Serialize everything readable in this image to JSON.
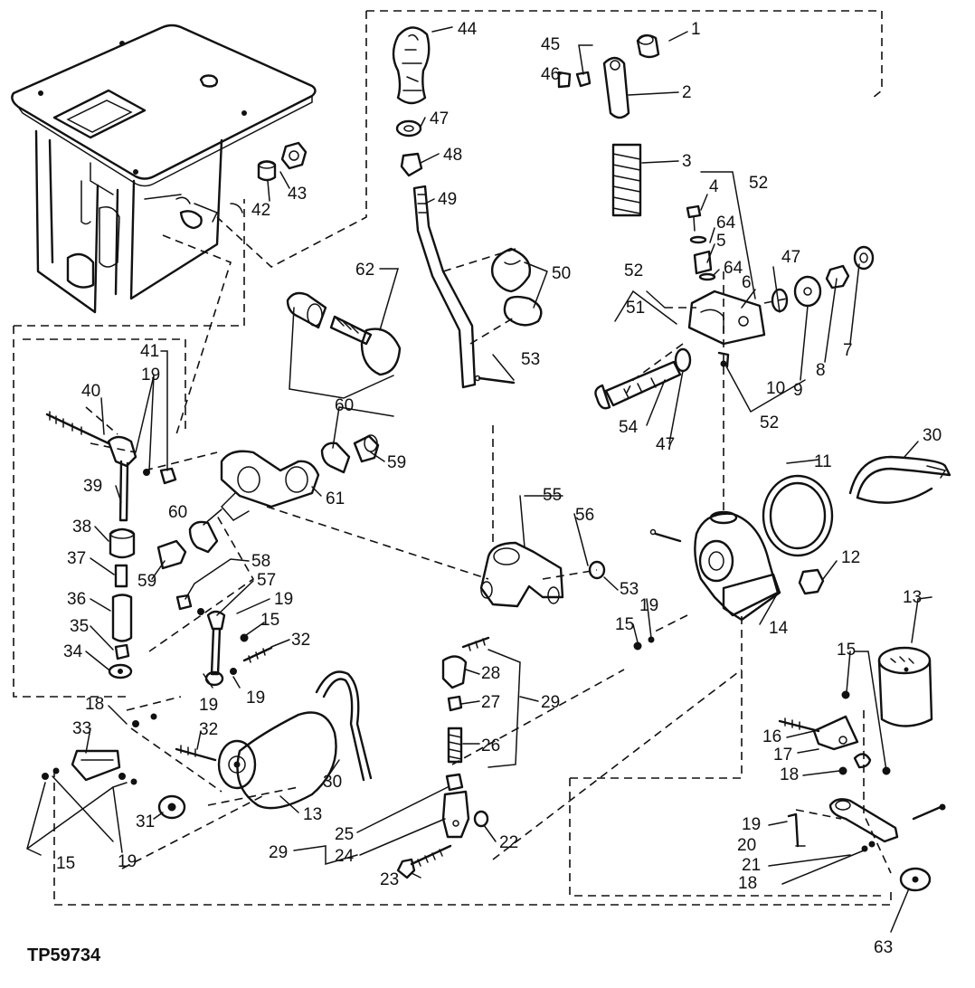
{
  "figure_id": "TP59734",
  "callouts": [
    {
      "key": "c1",
      "text": "1"
    },
    {
      "key": "c2",
      "text": "2"
    },
    {
      "key": "c3",
      "text": "3"
    },
    {
      "key": "c4",
      "text": "4"
    },
    {
      "key": "c5",
      "text": "5"
    },
    {
      "key": "c6",
      "text": "6"
    },
    {
      "key": "c7",
      "text": "7"
    },
    {
      "key": "c8",
      "text": "8"
    },
    {
      "key": "c9",
      "text": "9"
    },
    {
      "key": "c10",
      "text": "10"
    },
    {
      "key": "c11",
      "text": "11"
    },
    {
      "key": "c12",
      "text": "12"
    },
    {
      "key": "c13a",
      "text": "13"
    },
    {
      "key": "c13b",
      "text": "13"
    },
    {
      "key": "c14",
      "text": "14"
    },
    {
      "key": "c15a",
      "text": "15"
    },
    {
      "key": "c15b",
      "text": "15"
    },
    {
      "key": "c15c",
      "text": "15"
    },
    {
      "key": "c15d",
      "text": "15"
    },
    {
      "key": "c16",
      "text": "16"
    },
    {
      "key": "c17",
      "text": "17"
    },
    {
      "key": "c18a",
      "text": "18"
    },
    {
      "key": "c18b",
      "text": "18"
    },
    {
      "key": "c18c",
      "text": "18"
    },
    {
      "key": "c19a",
      "text": "19"
    },
    {
      "key": "c19b",
      "text": "19"
    },
    {
      "key": "c19c",
      "text": "19"
    },
    {
      "key": "c19d",
      "text": "19"
    },
    {
      "key": "c19e",
      "text": "19"
    },
    {
      "key": "c19f",
      "text": "19"
    },
    {
      "key": "c19g",
      "text": "19"
    },
    {
      "key": "c20",
      "text": "20"
    },
    {
      "key": "c21",
      "text": "21"
    },
    {
      "key": "c22",
      "text": "22"
    },
    {
      "key": "c23",
      "text": "23"
    },
    {
      "key": "c24",
      "text": "24"
    },
    {
      "key": "c25",
      "text": "25"
    },
    {
      "key": "c26",
      "text": "26"
    },
    {
      "key": "c27",
      "text": "27"
    },
    {
      "key": "c28",
      "text": "28"
    },
    {
      "key": "c29a",
      "text": "29"
    },
    {
      "key": "c29b",
      "text": "29"
    },
    {
      "key": "c30a",
      "text": "30"
    },
    {
      "key": "c30b",
      "text": "30"
    },
    {
      "key": "c31",
      "text": "31"
    },
    {
      "key": "c32a",
      "text": "32"
    },
    {
      "key": "c32b",
      "text": "32"
    },
    {
      "key": "c33",
      "text": "33"
    },
    {
      "key": "c34",
      "text": "34"
    },
    {
      "key": "c35",
      "text": "35"
    },
    {
      "key": "c36",
      "text": "36"
    },
    {
      "key": "c37",
      "text": "37"
    },
    {
      "key": "c38",
      "text": "38"
    },
    {
      "key": "c39",
      "text": "39"
    },
    {
      "key": "c40",
      "text": "40"
    },
    {
      "key": "c41",
      "text": "41"
    },
    {
      "key": "c42",
      "text": "42"
    },
    {
      "key": "c43",
      "text": "43"
    },
    {
      "key": "c44",
      "text": "44"
    },
    {
      "key": "c45",
      "text": "45"
    },
    {
      "key": "c46",
      "text": "46"
    },
    {
      "key": "c47a",
      "text": "47"
    },
    {
      "key": "c47b",
      "text": "47"
    },
    {
      "key": "c47c",
      "text": "47"
    },
    {
      "key": "c48",
      "text": "48"
    },
    {
      "key": "c49",
      "text": "49"
    },
    {
      "key": "c50",
      "text": "50"
    },
    {
      "key": "c51",
      "text": "51"
    },
    {
      "key": "c52a",
      "text": "52"
    },
    {
      "key": "c52b",
      "text": "52"
    },
    {
      "key": "c52c",
      "text": "52"
    },
    {
      "key": "c53a",
      "text": "53"
    },
    {
      "key": "c53b",
      "text": "53"
    },
    {
      "key": "c54",
      "text": "54"
    },
    {
      "key": "c55",
      "text": "55"
    },
    {
      "key": "c56",
      "text": "56"
    },
    {
      "key": "c57",
      "text": "57"
    },
    {
      "key": "c58",
      "text": "58"
    },
    {
      "key": "c59a",
      "text": "59"
    },
    {
      "key": "c59b",
      "text": "59"
    },
    {
      "key": "c60a",
      "text": "60"
    },
    {
      "key": "c60b",
      "text": "60"
    },
    {
      "key": "c61",
      "text": "61"
    },
    {
      "key": "c62",
      "text": "62"
    },
    {
      "key": "c63",
      "text": "63"
    },
    {
      "key": "c64a",
      "text": "64"
    },
    {
      "key": "c64b",
      "text": "64"
    }
  ]
}
